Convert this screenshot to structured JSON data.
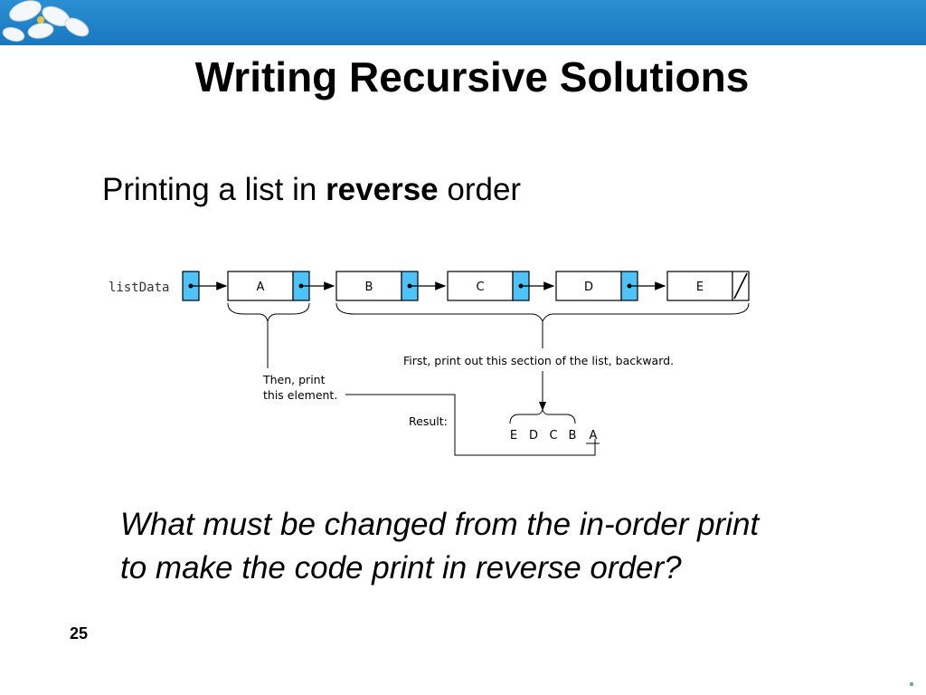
{
  "slide": {
    "title": "Writing Recursive Solutions",
    "subtitle_pre": "Printing a list in ",
    "subtitle_bold": "reverse",
    "subtitle_post": " order",
    "question_line1": "What must be changed from the in-order print",
    "question_line2": "to make the code print in reverse order?",
    "page_number": "25"
  },
  "colors": {
    "banner": "#1f82c8",
    "pointer_cell": "#4fc3f7",
    "text": "#000000"
  },
  "diagram": {
    "list_label": "listData",
    "nodes": [
      "A",
      "B",
      "C",
      "D",
      "E"
    ],
    "rest_caption": "First, print out this section of the list, backward.",
    "then_line1": "Then, print",
    "then_line2": "this element.",
    "result_label": "Result:",
    "result_values": [
      "E",
      "D",
      "C",
      "B",
      "A"
    ]
  }
}
